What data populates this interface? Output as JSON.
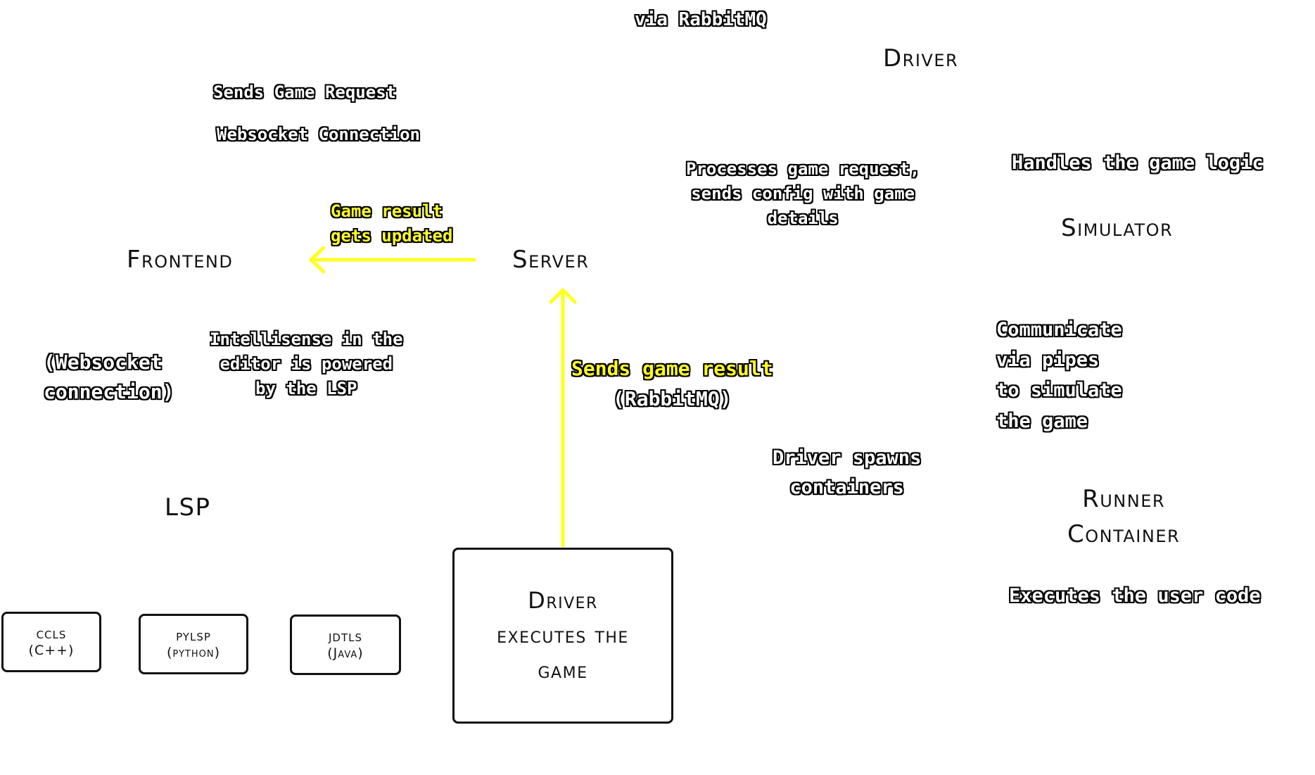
{
  "nodes": {
    "driver": "Driver",
    "frontend": "Frontend",
    "server": "Server",
    "simulator": "Simulator",
    "lsp": "LSP",
    "runner_line1": "Runner",
    "runner_line2": "Container"
  },
  "boxes": {
    "ccls": {
      "name": "ccls",
      "lang": "(C++)"
    },
    "pylsp": {
      "name": "pylsp",
      "lang": "(python)"
    },
    "jdtls": {
      "name": "jdtls",
      "lang": "(Java)"
    },
    "driver_exec": {
      "line1": "Driver",
      "line2": "executes the",
      "line3": "game"
    }
  },
  "notes": {
    "via_rabbitmq": "via RabbitMQ",
    "sends_game_request": "Sends Game Request",
    "websocket_connection": "Websocket Connection",
    "processes_line1": "Processes game request,",
    "processes_line2": "sends config with game",
    "processes_line3": "details",
    "handles_logic": "Handles the game logic",
    "game_result_line1": "Game result",
    "game_result_line2": "gets updated",
    "intellisense_line1": "Intellisense in the",
    "intellisense_line2": "editor is powered",
    "intellisense_line3": "by the LSP",
    "ws_paren_line1": "(Websocket",
    "ws_paren_line2": "connection)",
    "sends_result_line1": "Sends game result",
    "sends_result_line2": "(RabbitMQ)",
    "communicate_line1": "Communicate",
    "communicate_line2": "via pipes",
    "communicate_line3": "to simulate",
    "communicate_line4": "the game",
    "spawns_line1": "Driver spawns",
    "spawns_line2": "containers",
    "executes_user_code": "Executes the user code"
  },
  "colors": {
    "arrow": "#ffff22",
    "ink": "#111111",
    "background": "#ffffff"
  }
}
